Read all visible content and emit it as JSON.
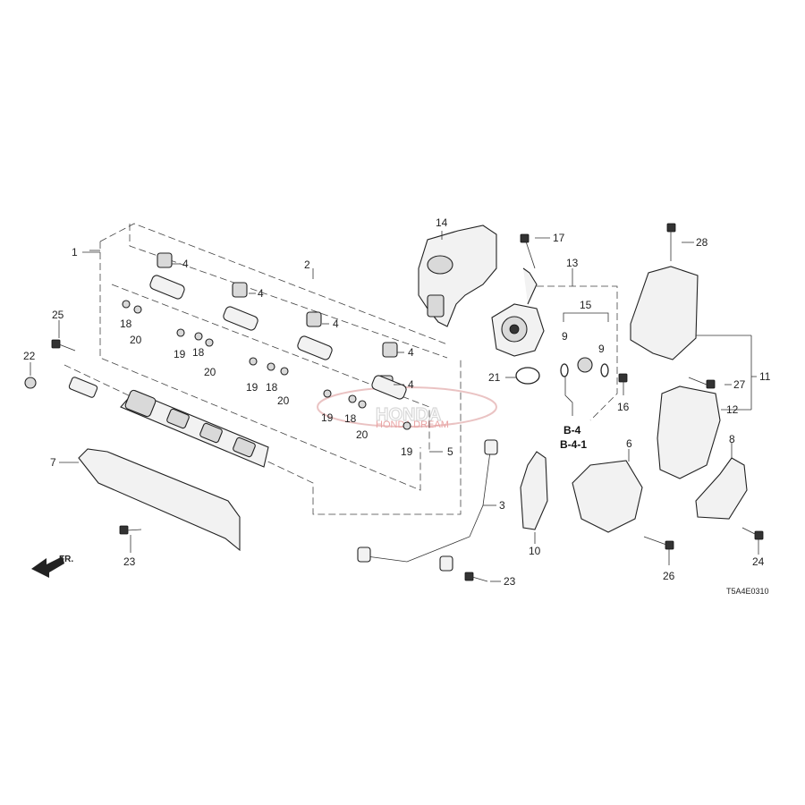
{
  "diagram": {
    "catalog_code": "T5A4E0310",
    "direction_label": "FR.",
    "callouts": {
      "c1": "1",
      "c2": "2",
      "c3": "3",
      "c5": "5",
      "c6": "6",
      "c7": "7",
      "c8": "8",
      "c10": "10",
      "c11": "11",
      "c12": "12",
      "c13": "13",
      "c14": "14",
      "c15": "15",
      "c16": "16",
      "c17": "17",
      "c21": "21",
      "c22": "22",
      "c23a": "23",
      "c23b": "23",
      "c24": "24",
      "c25": "25",
      "c26": "26",
      "c27": "27",
      "c28": "28",
      "c4a": "4",
      "c4b": "4",
      "c4c": "4",
      "c4d": "4",
      "c4e": "4",
      "c9a": "9",
      "c9b": "9",
      "c18a": "18",
      "c18b": "18",
      "c18c": "18",
      "c18d": "18",
      "c19a": "19",
      "c19b": "19",
      "c19c": "19",
      "c19d": "19",
      "c20a": "20",
      "c20b": "20",
      "c20c": "20",
      "c20d": "20"
    },
    "refs": {
      "ref1": "B-4",
      "ref2": "B-4-1"
    },
    "watermark": {
      "brand": "HONDA",
      "sub": "HONDA DREAM"
    }
  }
}
